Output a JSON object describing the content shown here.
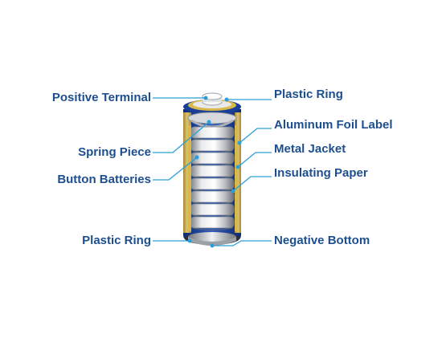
{
  "diagram": {
    "colors": {
      "label": "#1d4f8f",
      "leader": "#2a9ed8",
      "jacket_blue": "#1a3f9a",
      "gold": "#d9b84a",
      "silver": "#c9ccd0"
    },
    "left_labels": [
      {
        "id": "positive-terminal",
        "text": "Positive Terminal"
      },
      {
        "id": "spring-piece",
        "text": "Spring Piece"
      },
      {
        "id": "button-batteries",
        "text": "Button Batteries"
      },
      {
        "id": "plastic-ring-bottom",
        "text": "Plastic Ring"
      }
    ],
    "right_labels": [
      {
        "id": "plastic-ring-top",
        "text": "Plastic Ring"
      },
      {
        "id": "aluminum-foil-label",
        "text": "Aluminum Foil Label"
      },
      {
        "id": "metal-jacket",
        "text": "Metal Jacket"
      },
      {
        "id": "insulating-paper",
        "text": "Insulating Paper"
      },
      {
        "id": "negative-bottom",
        "text": "Negative Bottom"
      }
    ]
  }
}
